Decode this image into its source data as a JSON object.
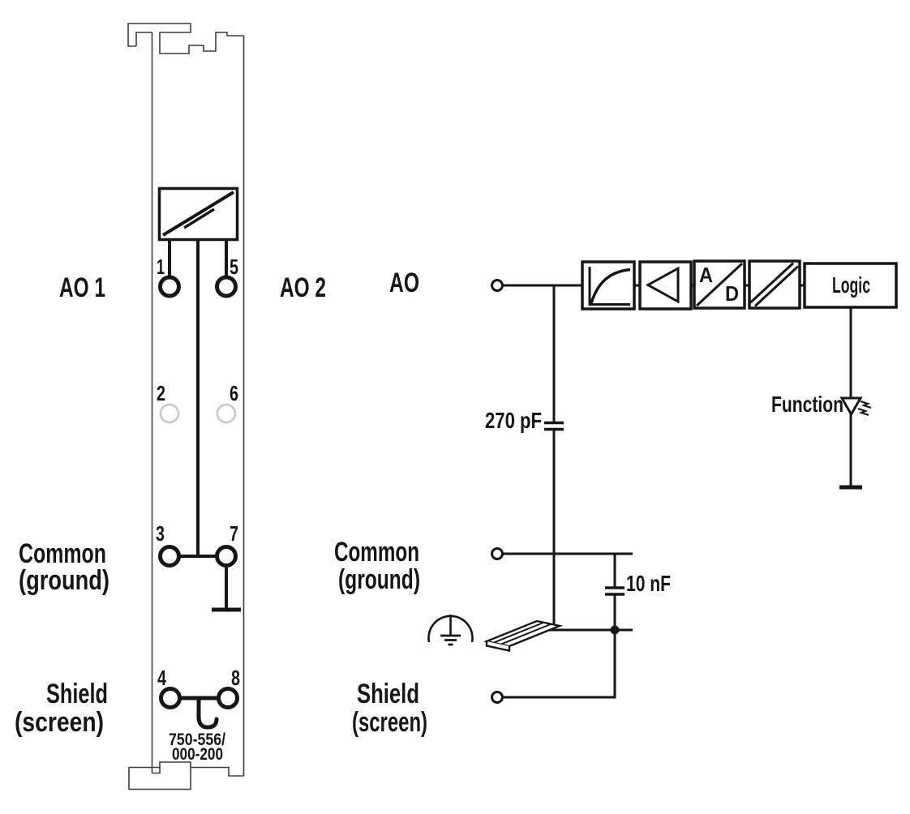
{
  "colors": {
    "line": "#161616",
    "module_outline": "#3d3d3d",
    "inactive_terminal": "#c6c6c6",
    "background": "#ffffff"
  },
  "module": {
    "part_number_line1": "750-556/",
    "part_number_line2": "000-200",
    "terminals": {
      "t1": "1",
      "t2": "2",
      "t3": "3",
      "t4": "4",
      "t5": "5",
      "t6": "6",
      "t7": "7",
      "t8": "8"
    }
  },
  "labels": {
    "ao1": "AO 1",
    "ao2": "AO 2",
    "ao": "AO",
    "common1": "Common",
    "common2": "(ground)",
    "shield1": "Shield",
    "shield2": "(screen)",
    "cap270": "270 pF",
    "cap10": "10 nF",
    "function_led": "Function",
    "logic": "Logic",
    "adc_a": "A",
    "adc_d": "D"
  }
}
